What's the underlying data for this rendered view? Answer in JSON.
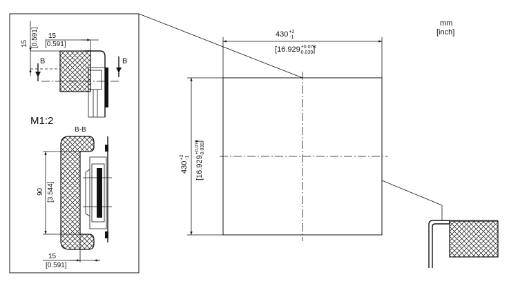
{
  "units": {
    "primary": "mm",
    "secondary": "[inch]"
  },
  "main_cutout": {
    "width_value": "430",
    "width_tol_plus": "+2",
    "width_tol_minus": "-1",
    "width_inch": "16.929",
    "width_inch_tol_plus": "+0.078",
    "width_inch_tol_minus": "-0.039",
    "height_value": "430",
    "height_tol_plus": "+2",
    "height_tol_minus": "-1",
    "height_inch": "16.929",
    "height_inch_tol_plus": "+0.078",
    "height_inch_tol_minus": "-0.039"
  },
  "detail": {
    "scale_label": "M1:2",
    "section_label": "B-B",
    "cut_mark": "B",
    "dim_top_vertical": "15",
    "dim_top_vertical_inch": "[0.591]",
    "dim_top_horizontal": "15",
    "dim_top_horizontal_inch": "[0.591]",
    "dim_height": "90",
    "dim_height_inch": "[3.544]",
    "dim_bottom": "15",
    "dim_bottom_inch": "[0.591]"
  }
}
